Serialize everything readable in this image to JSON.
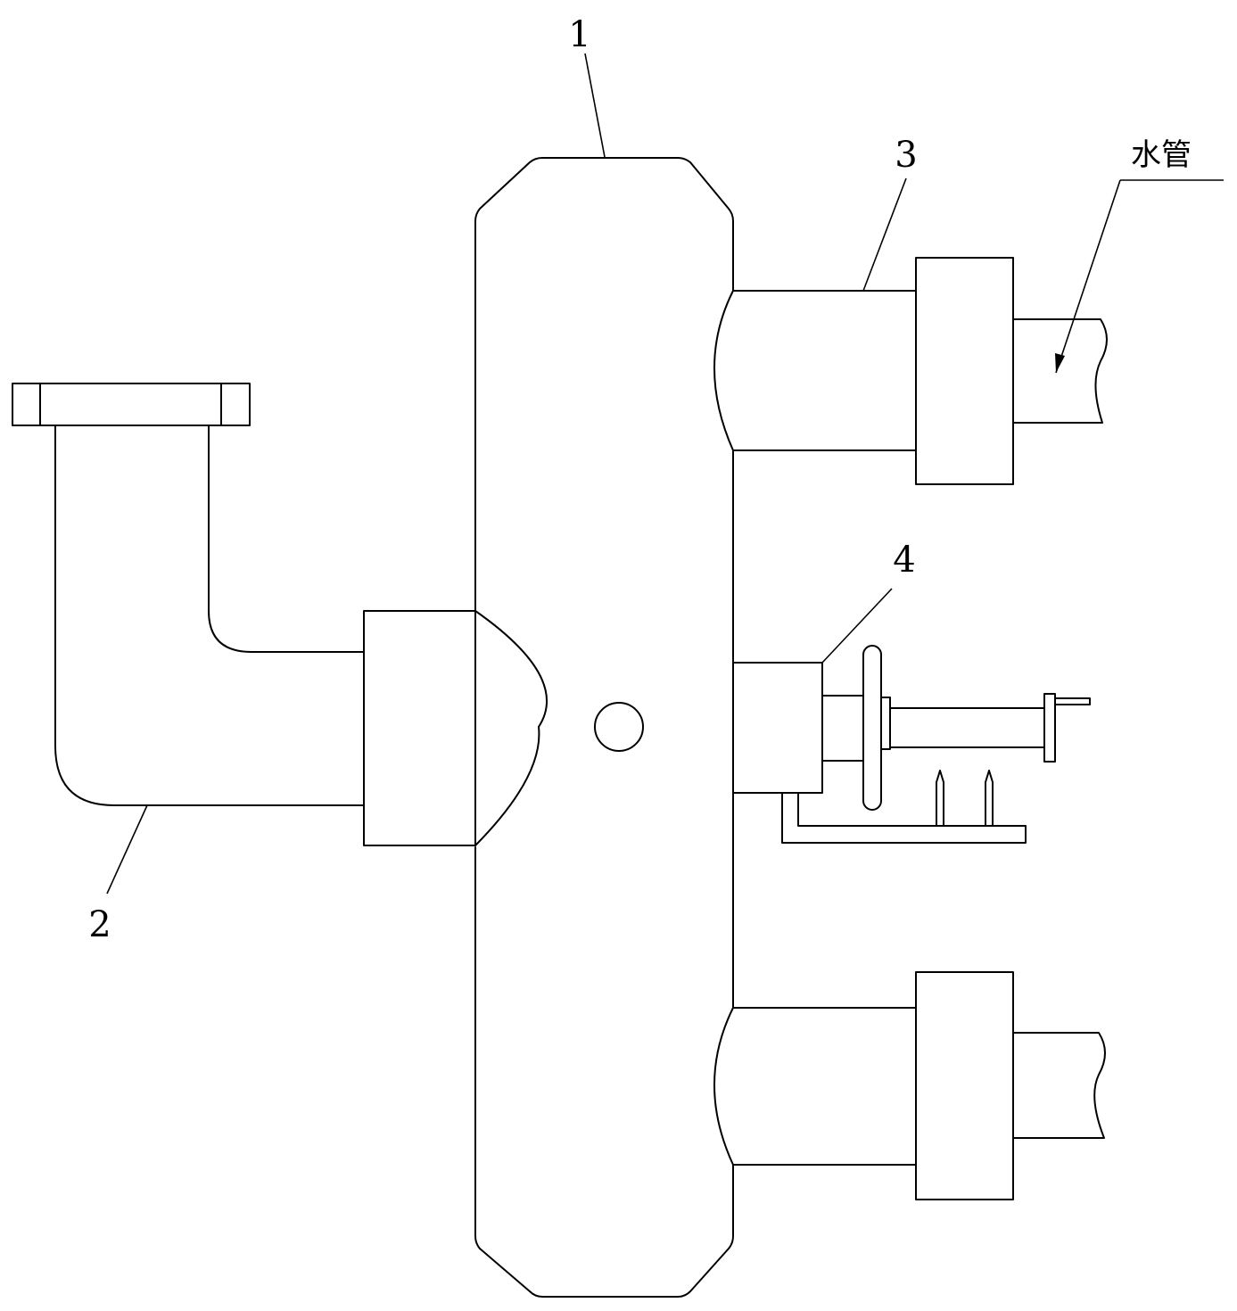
{
  "diagram": {
    "labels": {
      "part1": "1",
      "part2": "2",
      "part3": "3",
      "part4": "4",
      "water_pipe": "水管"
    },
    "colors": {
      "stroke": "#000000",
      "background": "#ffffff"
    }
  }
}
